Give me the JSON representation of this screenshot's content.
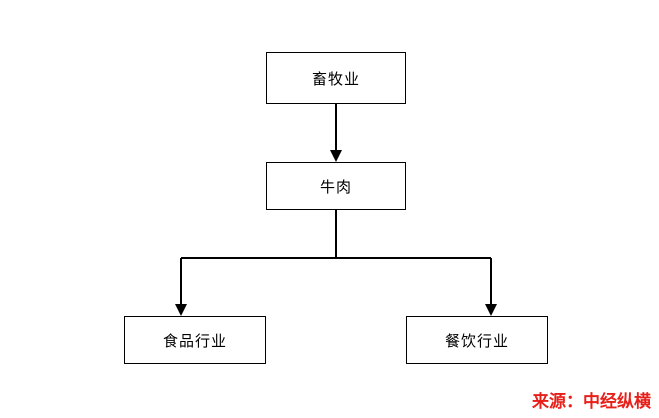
{
  "diagram": {
    "type": "flowchart",
    "nodes": [
      {
        "id": "livestock",
        "label": "畜牧业"
      },
      {
        "id": "beef",
        "label": "牛肉"
      },
      {
        "id": "food_industry",
        "label": "食品行业"
      },
      {
        "id": "catering_industry",
        "label": "餐饮行业"
      }
    ],
    "edges": [
      {
        "from": "livestock",
        "to": "beef"
      },
      {
        "from": "beef",
        "to": "food_industry"
      },
      {
        "from": "beef",
        "to": "catering_industry"
      }
    ],
    "line_color": "#000000"
  },
  "source": {
    "text": "来源：中经纵横",
    "color": "#e8201a"
  }
}
